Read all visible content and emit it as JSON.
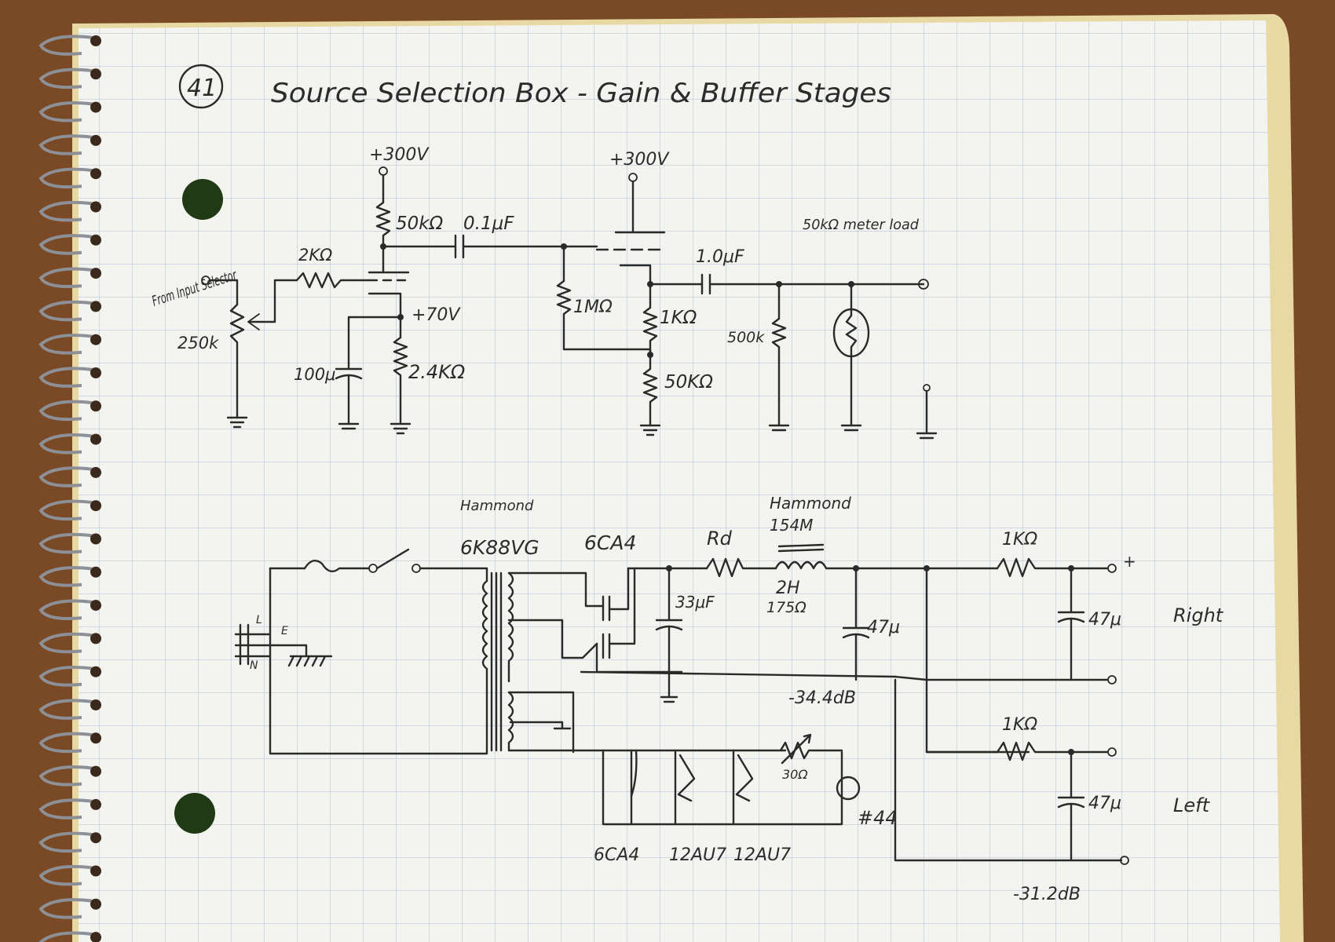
{
  "page": {
    "number": "41",
    "title": "Source Selection Box - Gain & Buffer Stages",
    "colors": {
      "paper": "#f3f4ef",
      "grid": "#b9c6d6",
      "ink": "#2a2a2a",
      "desk": "#7a4a26",
      "page_edge": "#e8d9a4"
    }
  },
  "gain_stage": {
    "supply_left": "+300V",
    "supply_right": "+300V",
    "input_label": "From Input Selector",
    "pot": "250k",
    "grid_resistor": "2KΩ",
    "plate_resistor": "50kΩ",
    "coupling_cap": "0.1μF",
    "cathode_voltage": "+70V",
    "cathode_cap": "100μ",
    "cathode_resistor": "2.4KΩ",
    "grid_leak": "1MΩ",
    "cathode_follower_r1": "1KΩ",
    "cathode_follower_r2": "50KΩ",
    "output_cap": "1.0μF",
    "load_resistor": "500k",
    "meter_load": "50kΩ meter load"
  },
  "power_supply": {
    "transformer_brand": "Hammond",
    "transformer_model": "6K88VG",
    "rectifier": "6CA4",
    "rd_label": "Rd",
    "choke_brand": "Hammond",
    "choke_model": "154M",
    "choke_inductance": "2H",
    "choke_resistance": "175Ω",
    "filter_cap_1": "33μF",
    "filter_cap_2": "47μ",
    "attenuation_1": "-34.4dB",
    "right_resistor": "1KΩ",
    "right_cap": "47μ",
    "right_label": "Right",
    "plus_label": "+",
    "left_resistor": "1KΩ",
    "left_cap": "47μ",
    "left_label": "Left",
    "attenuation_2": "-31.2dB",
    "lamp_resistor": "30Ω",
    "lamp": "#44",
    "heater_1": "6CA4",
    "heater_2": "12AU7",
    "heater_3": "12AU7",
    "iec_l": "L",
    "iec_e": "E",
    "iec_n": "N"
  }
}
